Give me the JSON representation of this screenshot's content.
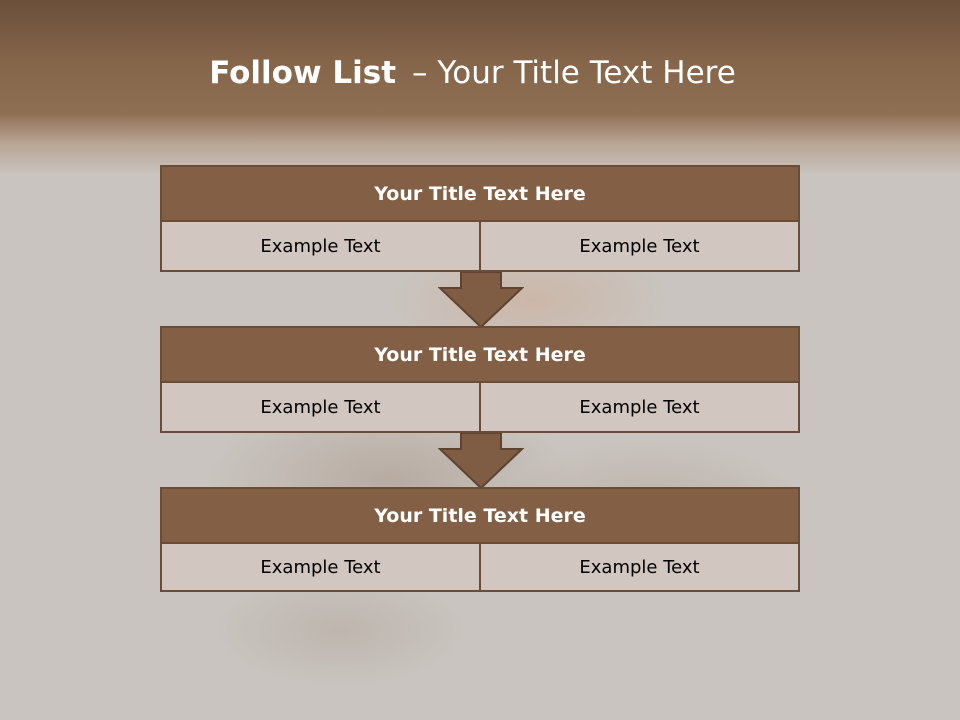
{
  "title": {
    "main": "Follow List",
    "dash": "–",
    "sub": "Your Title Text Here"
  },
  "steps": [
    {
      "title": "Your Title Text Here",
      "left": "Example Text",
      "right": "Example Text"
    },
    {
      "title": "Your Title Text Here",
      "left": "Example Text",
      "right": "Example Text"
    },
    {
      "title": "Your Title Text Here",
      "left": "Example Text",
      "right": "Example Text"
    }
  ],
  "colors": {
    "header_fill": "#825f45",
    "cell_fill": "#d2c6c0",
    "border": "#6b4c36",
    "arrow_fill": "#7f5d44"
  }
}
